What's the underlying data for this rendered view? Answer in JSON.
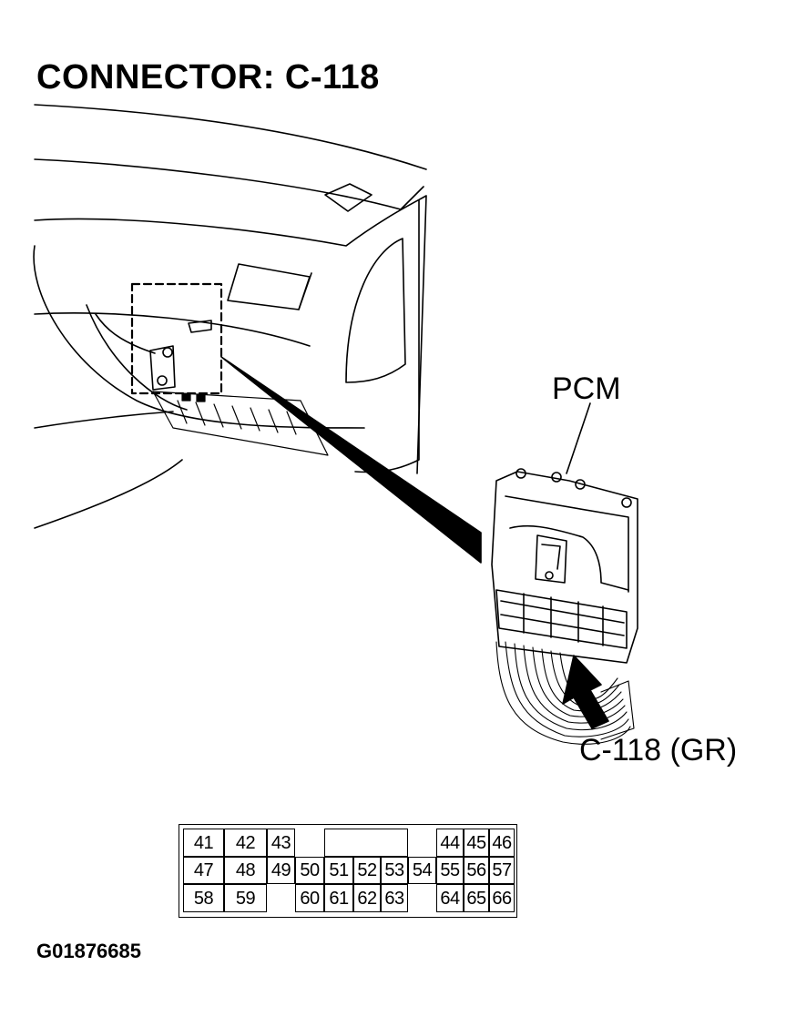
{
  "title": "CONNECTOR: C-118",
  "labels": {
    "pcm": "PCM",
    "connector": "C-118 (GR)"
  },
  "figure_id": "G01876685",
  "pinout": {
    "row1": [
      "41",
      "42",
      "43",
      "44",
      "45",
      "46"
    ],
    "row2": [
      "47",
      "48",
      "49",
      "50",
      "51",
      "52",
      "53",
      "54",
      "55",
      "56",
      "57"
    ],
    "row3": [
      "58",
      "59",
      "60",
      "61",
      "62",
      "63",
      "64",
      "65",
      "66"
    ]
  }
}
